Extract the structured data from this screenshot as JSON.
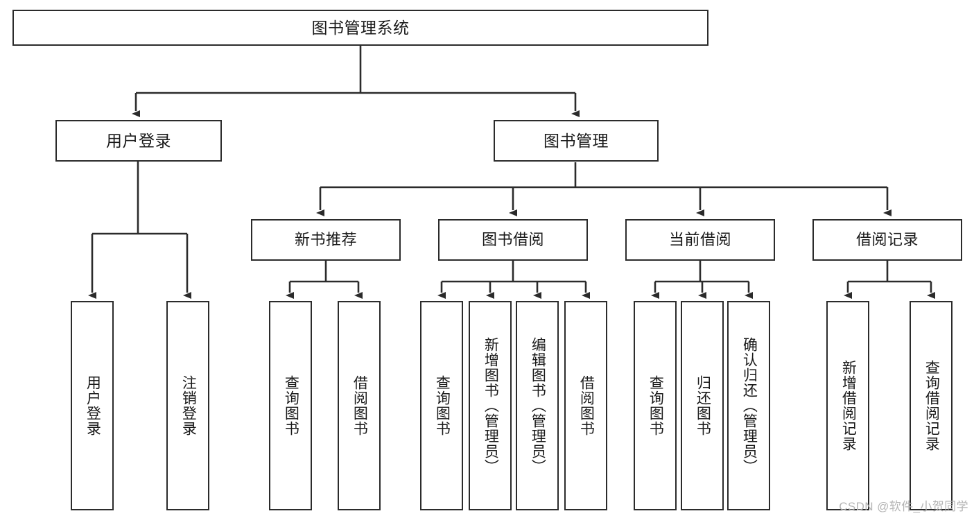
{
  "diagram": {
    "title": "图书管理系统",
    "type": "tree-hierarchy-chart",
    "orientation": "top-down",
    "colors": {
      "box_border": "#2b2b2b",
      "box_fill": "#ffffff",
      "connector": "#2b2b2b",
      "text": "#1a1a1a",
      "background": "#ffffff",
      "watermark": "#b5b5b5"
    },
    "watermark": "CSDN @软件_小贺同学"
  },
  "nodes": {
    "root": {
      "label": "图书管理系统"
    },
    "level2": [
      {
        "id": "user-login",
        "label": "用户登录"
      },
      {
        "id": "book-management",
        "label": "图书管理"
      }
    ],
    "level3": [
      {
        "id": "new-book-recommend",
        "label": "新书推荐"
      },
      {
        "id": "book-borrow",
        "label": "图书借阅"
      },
      {
        "id": "current-borrow",
        "label": "当前借阅"
      },
      {
        "id": "borrow-record",
        "label": "借阅记录"
      }
    ],
    "leaves": {
      "user_login": [
        {
          "id": "leaf-user-login",
          "label": "用户登录"
        },
        {
          "id": "leaf-logout-login",
          "label": "注销登录"
        }
      ],
      "new_book_recommend": [
        {
          "id": "leaf-query-book-1",
          "label": "查询图书"
        },
        {
          "id": "leaf-borrow-book-1",
          "label": "借阅图书"
        }
      ],
      "book_borrow": [
        {
          "id": "leaf-query-book-2",
          "label": "查询图书"
        },
        {
          "id": "leaf-add-book",
          "label": "新增图书（管理员）"
        },
        {
          "id": "leaf-edit-book",
          "label": "编辑图书（管理员）"
        },
        {
          "id": "leaf-borrow-book-2",
          "label": "借阅图书"
        }
      ],
      "current_borrow": [
        {
          "id": "leaf-query-book-3",
          "label": "查询图书"
        },
        {
          "id": "leaf-return-book",
          "label": "归还图书"
        },
        {
          "id": "leaf-confirm-return",
          "label": "确认归还（管理员）"
        }
      ],
      "borrow_record": [
        {
          "id": "leaf-add-record",
          "label": "新增借阅记录"
        },
        {
          "id": "leaf-query-record",
          "label": "查询借阅记录"
        }
      ]
    }
  }
}
